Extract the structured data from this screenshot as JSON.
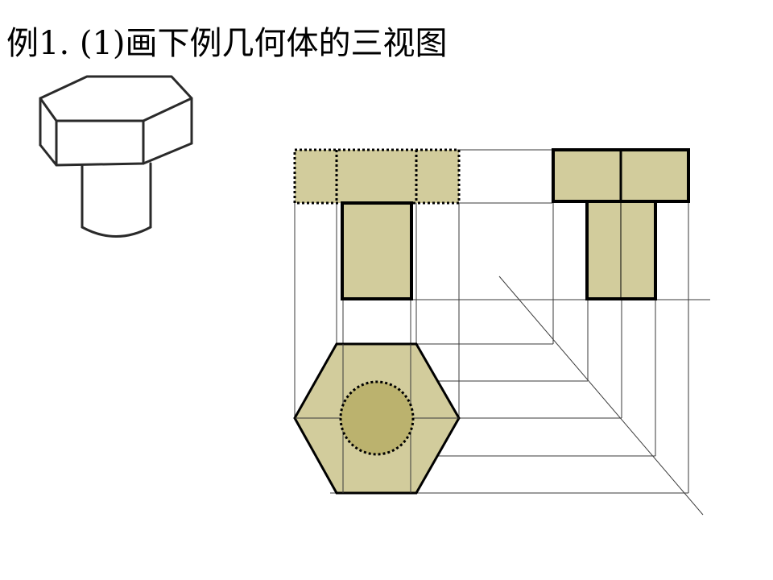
{
  "slide": {
    "title": "例1. (1)画下例几何体的三视图"
  },
  "colors": {
    "fill": "#d2cc9c",
    "circle_fill": "#bbb26e",
    "outline": "#000000",
    "construction_line": "#333333",
    "background": "#ffffff"
  },
  "figures": [
    "isometric-bolt-sketch",
    "front-view",
    "side-view",
    "top-view",
    "projection-construction-lines"
  ]
}
